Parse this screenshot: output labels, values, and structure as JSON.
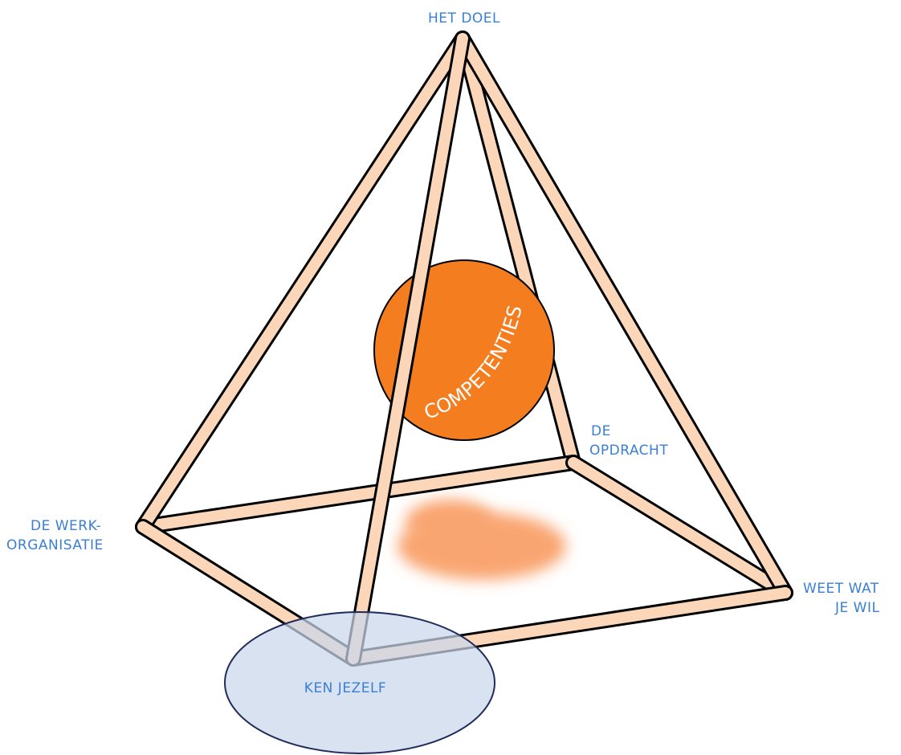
{
  "colors": {
    "frame_fill": "#fcd6b8",
    "frame_outline": "#000000",
    "sphere": "#f47d20",
    "shadow": "#f9a571",
    "label": "#3a7fd5",
    "ellipse_fill": "#c9d7ec",
    "ellipse_stroke": "#1f2c5c",
    "ball_text": "#ffffff"
  },
  "labels": {
    "apex": "HET DOEL",
    "left_line1": "DE WERK-",
    "left_line2": "ORGANISATIE",
    "back_line1": "DE",
    "back_line2": "OPDRACHT",
    "right_line1": "WEET WAT",
    "right_line2": "JE WIL",
    "front": "KEN JEZELF",
    "sphere": "COMPETENTIES"
  }
}
